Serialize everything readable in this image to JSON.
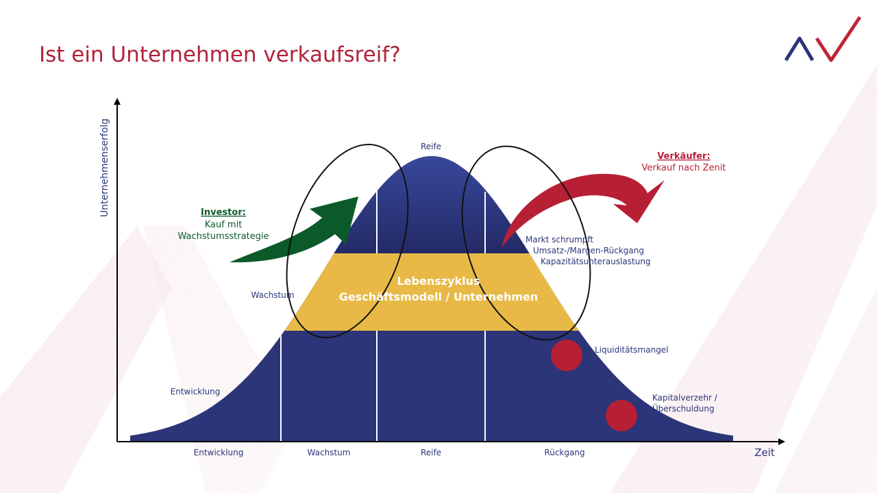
{
  "slide": {
    "title": "Ist ein Unternehmen verkaufsreif?",
    "logo_text": "AV"
  },
  "diagram": {
    "y_axis_label": "Unternehmenserfolg",
    "x_axis_label": "Zeit",
    "phases": [
      "Entwicklung",
      "Wachstum",
      "Reife",
      "Rückgang"
    ],
    "curve_labels": {
      "peak": "Reife",
      "rising": "Wachstum",
      "early": "Entwicklung"
    },
    "band": {
      "line1": "Lebenszyklus",
      "line2": "Geschäftsmodell / Unternehmen"
    },
    "investor": {
      "heading": "Investor:",
      "line1": "Kauf mit",
      "line2": "Wachstumsstrategie"
    },
    "seller": {
      "heading": "Verkäufer:",
      "line1": "Verkauf nach Zenit"
    },
    "decline_signals": [
      "Markt schrumpft",
      "Umsatz-/Margen-Rückgang",
      "Kapazitätsunterauslastung"
    ],
    "risks": [
      "Liquiditätsmangel",
      "Kapitalverzehr /",
      "Überschuldung"
    ],
    "colors": {
      "navy": "#2b3578",
      "yellow": "#e8b947",
      "red": "#b71f35",
      "green": "#0b5a2a",
      "title": "#b0243a"
    }
  }
}
